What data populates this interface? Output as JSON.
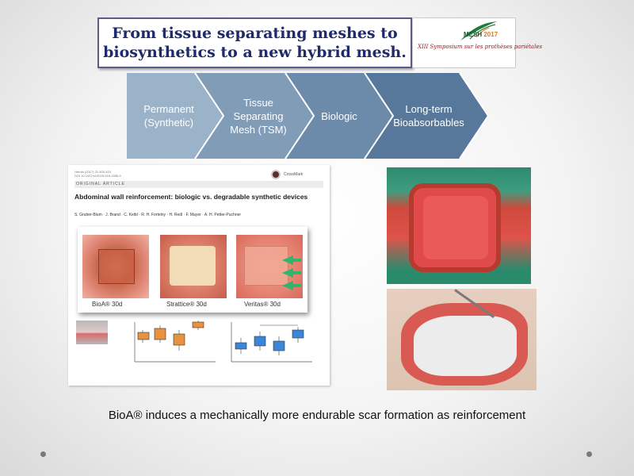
{
  "slide": {
    "title_line1": "From tissue separating meshes to",
    "title_line2": "biosynthetics to a new hybrid mesh.",
    "caption": "BioA® induces a mechanically more endurable scar formation as reinforcement"
  },
  "logo": {
    "mesh_word": "MESH",
    "year": "2017",
    "subtitle": "XIII Symposium sur les prothèses pariétales"
  },
  "process": {
    "steps": [
      {
        "line1": "Permanent",
        "line2": "(Synthetic)"
      },
      {
        "line1": "Tissue",
        "line2": "Separating",
        "line3": "Mesh (TSM)"
      },
      {
        "line1": "Biologic"
      },
      {
        "line1": "Long-term",
        "line2": "Bioabsorbables"
      }
    ],
    "colors": [
      "#9bb3c9",
      "#819cb7",
      "#6c8aa9",
      "#58789b"
    ]
  },
  "paper": {
    "journal_ref": "Hernia (2017) 21:305-315",
    "doi": "DOI 10.1007/s10029-016-1556-9",
    "crossmark": "CrossMark",
    "article_type": "ORIGINAL ARTICLE",
    "title": "Abdominal wall reinforcement: biologic vs. degradable synthetic devices",
    "authors": "S. Gruber-Blum · J. Brand · C. Keibl · R. H. Fortelny · H. Redl · F. Mayer · A. H. Petter-Puchner",
    "photo_labels": [
      "BioA® 30d",
      "Strattice® 30d",
      "Veritas® 30d"
    ]
  }
}
